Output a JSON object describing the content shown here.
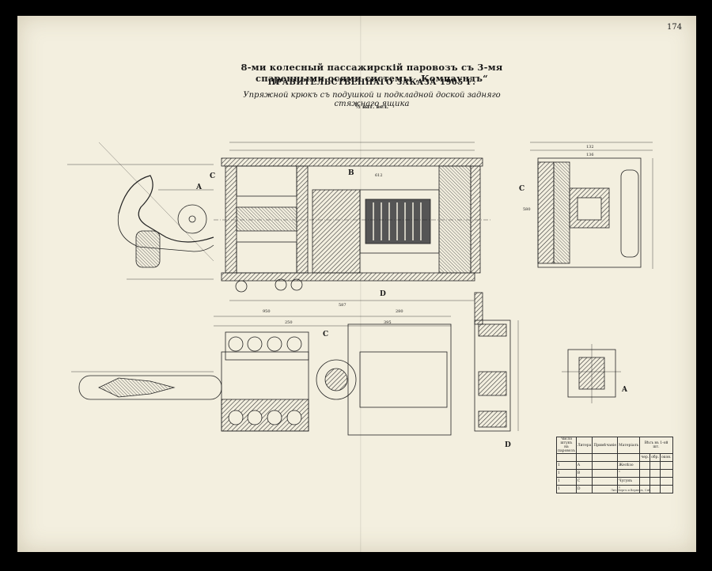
{
  "page_number": "174",
  "title_line1": "8-ми колесный пассажирскій паровозъ съ 3-мя спаренными осями системы „Компаундъ“",
  "title_line2": "ПРАВИТЕЛЬСТВЕННАГО ЗАКАЗА 1905 Г.",
  "title_line3": "Упряжной крюкъ съ подушкой и подкладной доской задняго стяжнаго ящика",
  "scale_note": "⅟₂ нат. вел.",
  "section_labels": {
    "a1": "A",
    "a2": "A",
    "b": "B",
    "c1": "C",
    "c2": "C",
    "c3": "C",
    "d1": "D",
    "d2": "D"
  },
  "dimensions": {
    "top_total": "587",
    "mid_950": "950",
    "mid_280": "280",
    "d_612": "612",
    "r_132": "132",
    "r_136": "136",
    "v_580": "580",
    "d_250": "250",
    "d_395": "395"
  },
  "spec_table": {
    "headers": [
      "Число штукъ на паровозъ",
      "Литера",
      "Примѣчаніе",
      "Матеріалъ",
      "Вѣсъ въ 1-ой шт."
    ],
    "sub_headers": [
      "чер.",
      "обр.",
      "окон."
    ],
    "rows": [
      {
        "qty": "1",
        "letter": "A",
        "note": "",
        "material": "Желѣзо"
      },
      {
        "qty": "1",
        "letter": "B",
        "note": "",
        "material": "\""
      },
      {
        "qty": "1",
        "letter": "C",
        "note": "",
        "material": "Чугунъ"
      },
      {
        "qty": "1",
        "letter": "D",
        "note": "",
        "material": "\""
      }
    ]
  },
  "printer_note": "Лит. Бергъ и Вернеръ, Спб."
}
